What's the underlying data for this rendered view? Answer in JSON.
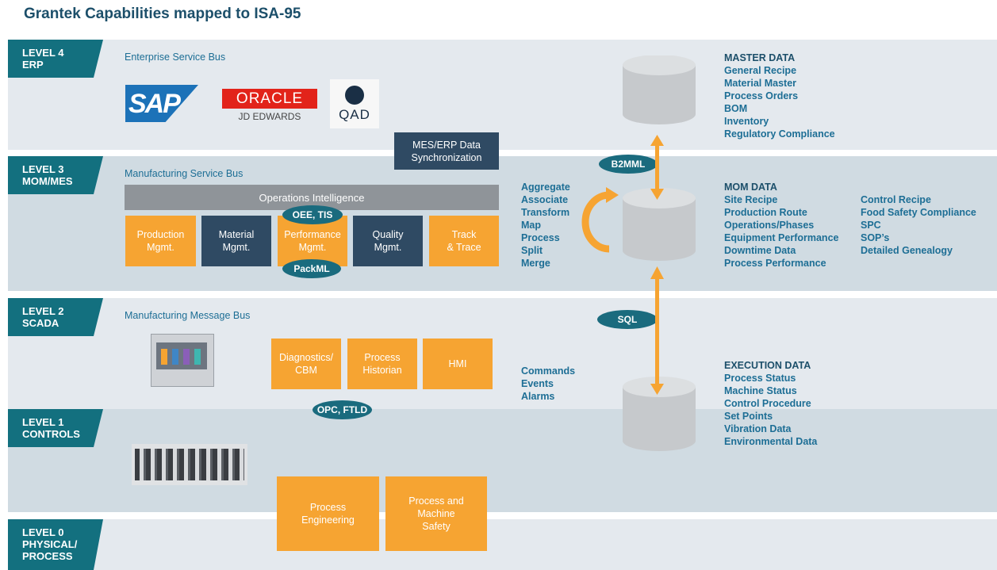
{
  "title": "Grantek Capabilities mapped to ISA-95",
  "levels": [
    {
      "line1": "LEVEL 4",
      "line2": "ERP",
      "line3": ""
    },
    {
      "line1": "LEVEL 3",
      "line2": "MOM/MES",
      "line3": ""
    },
    {
      "line1": "LEVEL 2",
      "line2": "SCADA",
      "line3": ""
    },
    {
      "line1": "LEVEL 1",
      "line2": "CONTROLS",
      "line3": ""
    },
    {
      "line1": "LEVEL 0",
      "line2": "PHYSICAL/",
      "line3": "PROCESS"
    }
  ],
  "buses": {
    "enterprise": "Enterprise Service Bus",
    "manufacturing_service": "Manufacturing Service Bus",
    "manufacturing_message": "Manufacturing Message Bus"
  },
  "logos": {
    "sap": "SAP",
    "oracle": "ORACLE",
    "oracle_sub": "JD EDWARDS",
    "qad": "QAD"
  },
  "sync_box": {
    "line1": "MES/ERP Data",
    "line2": "Synchronization"
  },
  "ops_intelligence": "Operations Intelligence",
  "mes_modules": [
    {
      "line1": "Production",
      "line2": "Mgmt."
    },
    {
      "line1": "Material",
      "line2": "Mgmt."
    },
    {
      "line1": "Performance",
      "line2": "Mgmt."
    },
    {
      "line1": "Quality",
      "line2": "Mgmt."
    },
    {
      "line1": "Track",
      "line2": "& Trace"
    }
  ],
  "pills": {
    "oee": "OEE, TIS",
    "packml": "PackML",
    "b2mml": "B2MML",
    "sql": "SQL",
    "opc": "OPC, FTLD"
  },
  "scada_modules": [
    {
      "line1": "Diagnostics/",
      "line2": "CBM"
    },
    {
      "line1": "Process",
      "line2": "Historian"
    },
    {
      "line1": "HMI",
      "line2": ""
    }
  ],
  "level0_modules": [
    {
      "line1": "Process",
      "line2": "Engineering",
      "line3": ""
    },
    {
      "line1": "Process and",
      "line2": "Machine",
      "line3": "Safety"
    }
  ],
  "ops_list": [
    "Aggregate",
    "Associate",
    "Transform",
    "Map",
    "Process",
    "Split",
    "Merge"
  ],
  "events_list": [
    "Commands",
    "Events",
    "Alarms"
  ],
  "master_data": {
    "head": "MASTER DATA",
    "items": [
      "General Recipe",
      "Material Master",
      "Process Orders",
      "BOM",
      "Inventory",
      "Regulatory Compliance"
    ]
  },
  "mom_data": {
    "head": "MOM DATA",
    "items": [
      "Site Recipe",
      "Production Route",
      "Operations/Phases",
      "Equipment Performance",
      "Downtime Data",
      "Process Performance"
    ],
    "items2": [
      "Control Recipe",
      "Food Safety Compliance",
      "SPC",
      "SOP’s",
      "Detailed Genealogy"
    ]
  },
  "execution_data": {
    "head": "EXECUTION DATA",
    "items": [
      "Process Status",
      "Machine Status",
      "Control Procedure",
      "Set Points",
      "Vibration Data",
      "Environmental Data"
    ]
  },
  "colors": {
    "teal": "#13707f",
    "orange": "#f6a432",
    "navy": "#2f4a63",
    "band_light": "#e4e9ee",
    "band_dark": "#d0dbe2"
  }
}
